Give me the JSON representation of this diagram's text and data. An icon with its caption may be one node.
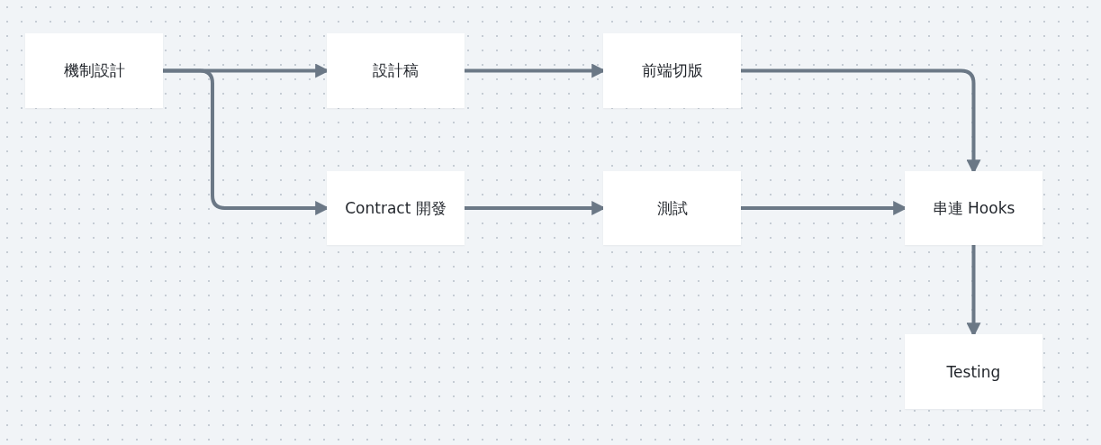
{
  "diagram": {
    "nodes": [
      {
        "text": [
          "機制設計"
        ]
      },
      {
        "text": [
          "設計稿"
        ]
      },
      {
        "text": [
          "前端切版"
        ]
      },
      {
        "text": [
          "Contract 開發"
        ]
      },
      {
        "text": [
          "測試"
        ]
      },
      {
        "text": [
          "串連 Hooks"
        ]
      },
      {
        "text": [
          "Testing"
        ]
      }
    ],
    "edges": [
      {
        "from": 0,
        "to": 1,
        "arrow": "to"
      },
      {
        "from": 0,
        "to": 3,
        "arrow": "to"
      },
      {
        "from": 1,
        "to": 2,
        "arrow": "to"
      },
      {
        "from": 2,
        "to": 5,
        "arrow": "to"
      },
      {
        "from": 3,
        "to": 4,
        "arrow": "to"
      },
      {
        "from": 4,
        "to": 5,
        "arrow": "to"
      },
      {
        "from": 5,
        "to": 6,
        "arrow": "to"
      }
    ]
  }
}
